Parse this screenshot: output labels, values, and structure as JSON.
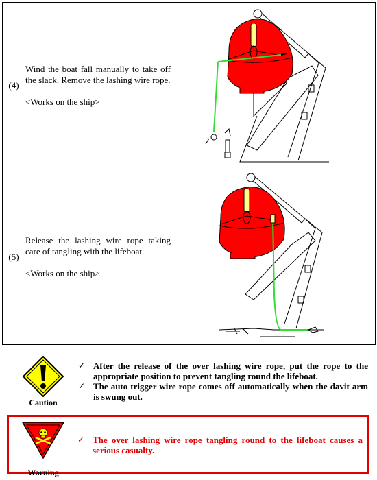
{
  "steps": [
    {
      "number": "(4)",
      "text": "Wind the boat fall manually to take off the slack.  Remove the lashing wire rope.",
      "note": "<Works on the ship>"
    },
    {
      "number": "(5)",
      "text": "Release the lashing wire rope taking care of tangling with the lifeboat.",
      "note": "<Works on the ship>"
    }
  ],
  "caution": {
    "label": "Caution",
    "items": [
      "After the release of the over lashing wire rope, put the rope to the appropriate position to prevent tangling round the lifeboat.",
      "The auto trigger wire rope comes off automatically when the davit arm is swung out."
    ]
  },
  "warning": {
    "label": "Warning",
    "items": [
      "The over lashing wire rope tangling round to the lifeboat causes a serious casualty."
    ]
  },
  "colors": {
    "boat": "#ff0000",
    "wire": "#33dd33",
    "warning_text": "#e00000",
    "caution_sign": "#ffff00"
  },
  "icons": {
    "check": "✓"
  }
}
